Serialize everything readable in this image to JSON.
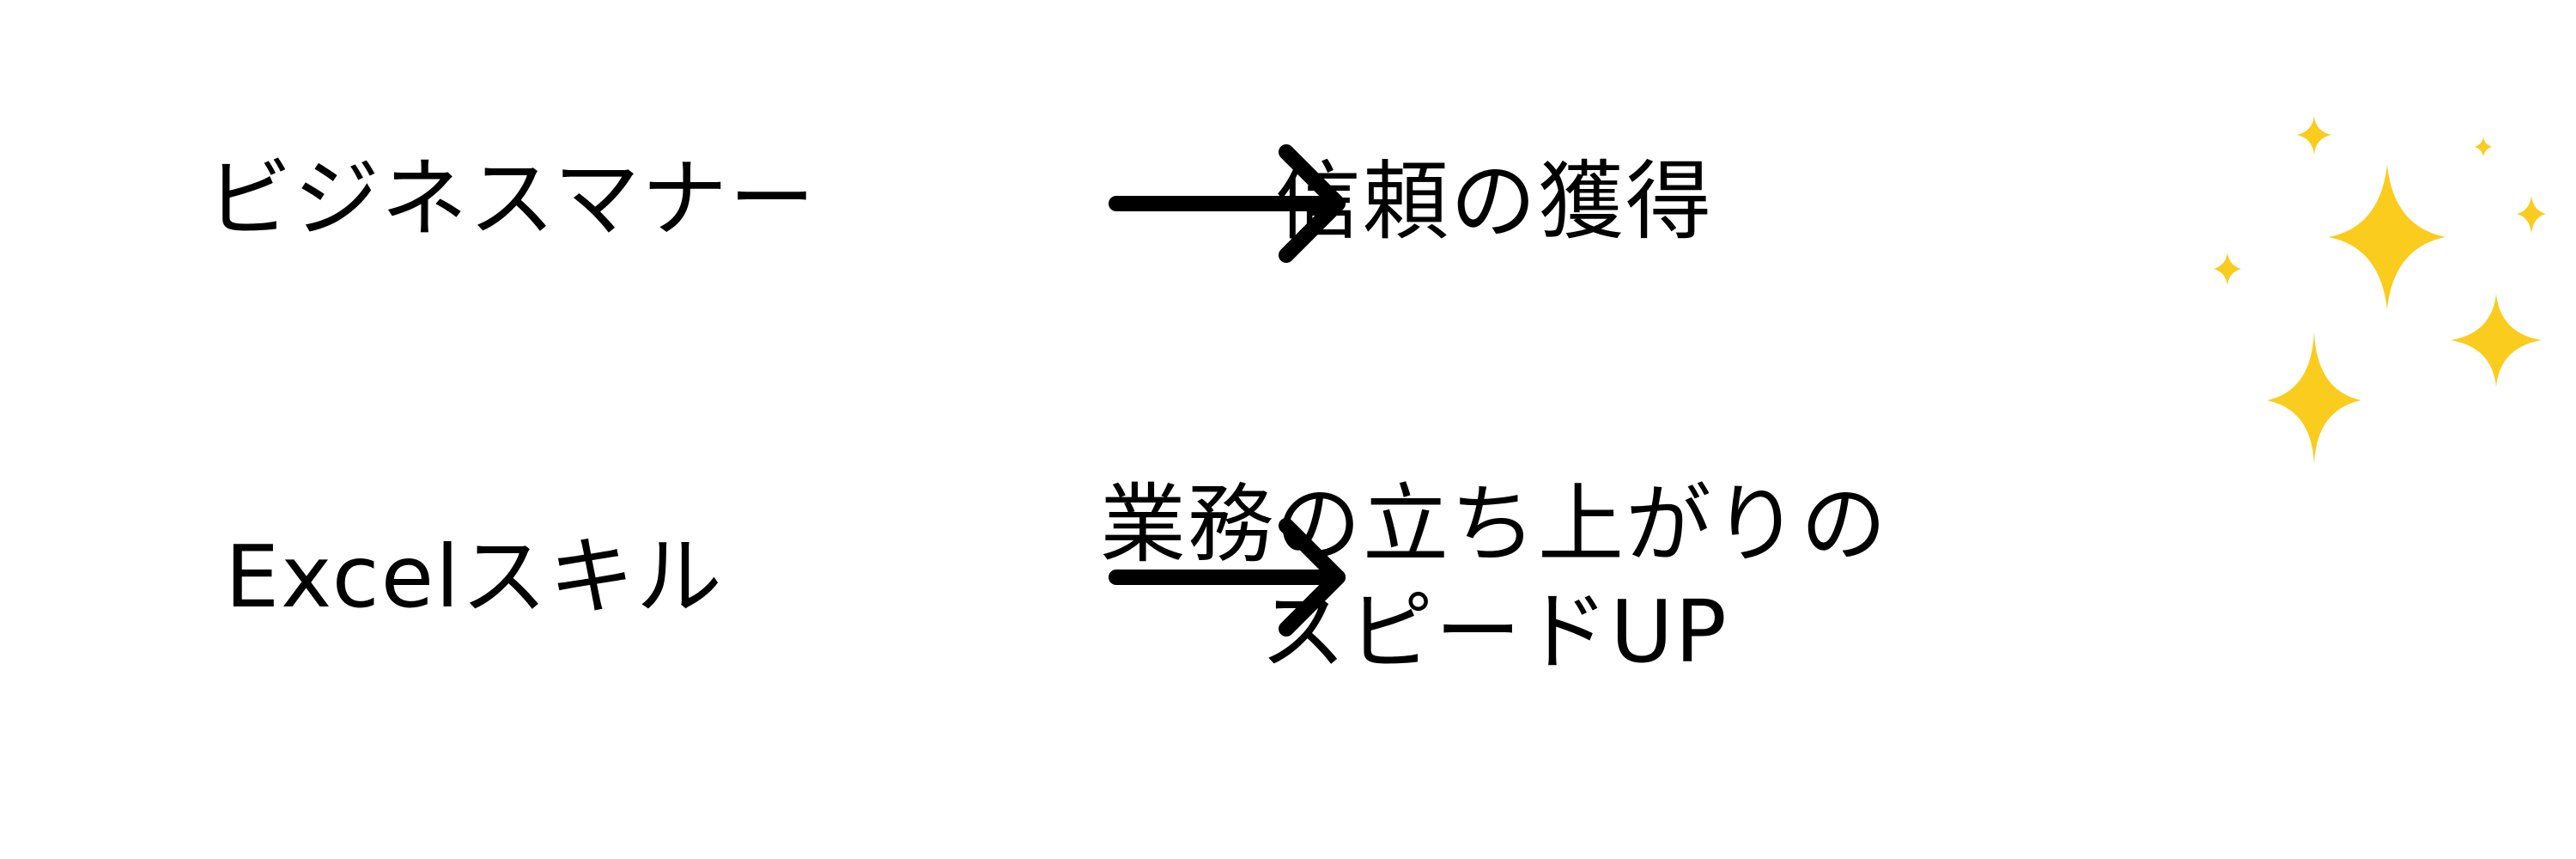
{
  "rows": [
    {
      "source": "ビジネスマナー",
      "result_lines": [
        "信頼の獲得"
      ]
    },
    {
      "source": "Excelスキル",
      "result_lines": [
        "業務の立ち上がりの",
        "スピードUP"
      ]
    }
  ],
  "colors": {
    "text": "#000000",
    "arrow": "#000000",
    "sparkle": "#F9CC1E"
  },
  "icons": {
    "arrow": "right-arrow-icon",
    "sparkle": "sparkle-icon"
  }
}
